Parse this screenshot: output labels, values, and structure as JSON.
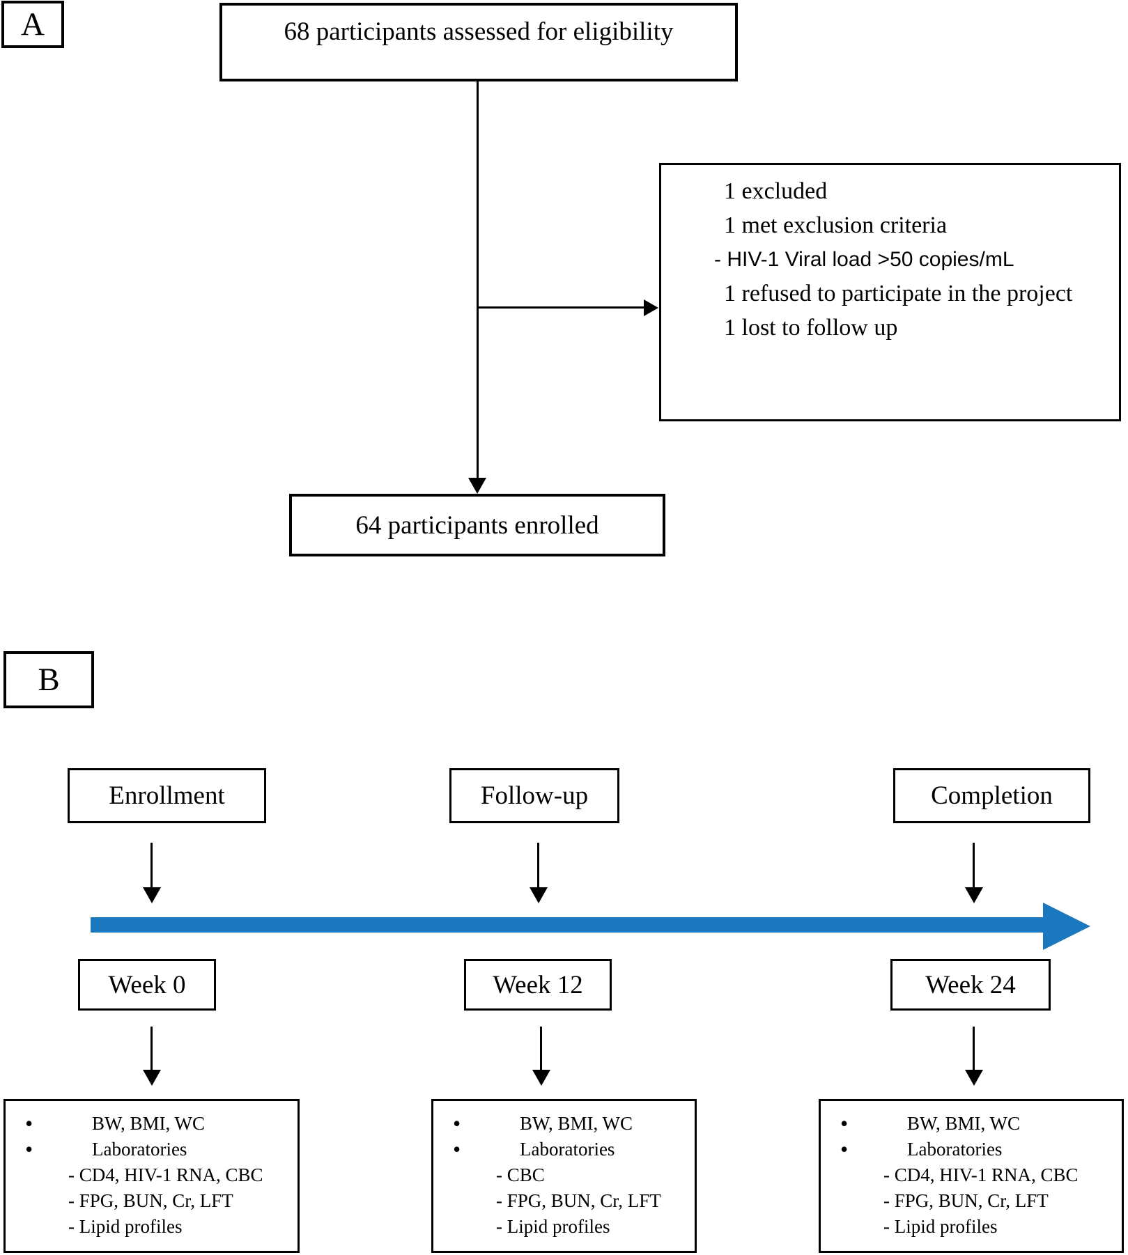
{
  "panelA": {
    "label": "A",
    "assessed": "68 participants assessed for eligibility",
    "exclusion": [
      "1 excluded",
      "1 met exclusion criteria",
      "- HIV-1 Viral load >50 copies/mL",
      "1 refused to participate in the project",
      "1 lost to follow up"
    ],
    "enrolled": "64 participants enrolled"
  },
  "panelB": {
    "label": "B",
    "columns": [
      {
        "stage": "Enrollment",
        "week": "Week 0",
        "bullets": [
          "BW, BMI, WC",
          "Laboratories"
        ],
        "dashes": [
          "- CD4, HIV-1 RNA, CBC",
          "- FPG, BUN, Cr, LFT",
          "- Lipid profiles"
        ]
      },
      {
        "stage": "Follow-up",
        "week": "Week 12",
        "bullets": [
          "BW, BMI, WC",
          "Laboratories"
        ],
        "dashes": [
          "- CBC",
          "- FPG, BUN, Cr, LFT",
          "- Lipid profiles"
        ]
      },
      {
        "stage": "Completion",
        "week": "Week 24",
        "bullets": [
          "BW, BMI, WC",
          "Laboratories"
        ],
        "dashes": [
          "- CD4, HIV-1 RNA, CBC",
          "- FPG, BUN, Cr, LFT",
          "- Lipid profiles"
        ]
      }
    ]
  },
  "colors": {
    "timeline_blue": "#1b78be",
    "stroke": "#000000"
  }
}
